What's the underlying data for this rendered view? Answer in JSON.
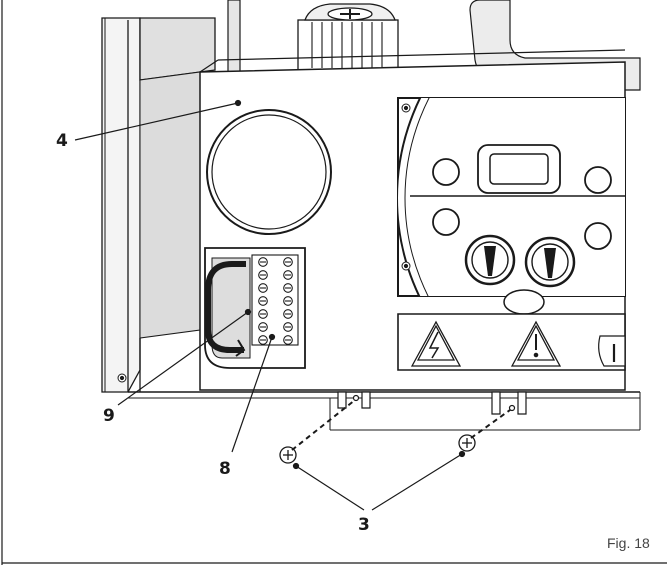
{
  "figure": {
    "caption": "Fig. 18",
    "callouts": {
      "front_panel": "4",
      "terminal_block": "8",
      "cable_clamp": "9",
      "screws": "3"
    }
  },
  "colors": {
    "line": "#1a1a1a",
    "panel_fill": "#ffffff",
    "shadow_fill": "#e0e0e0",
    "frame_fill": "#f4f4f4"
  }
}
